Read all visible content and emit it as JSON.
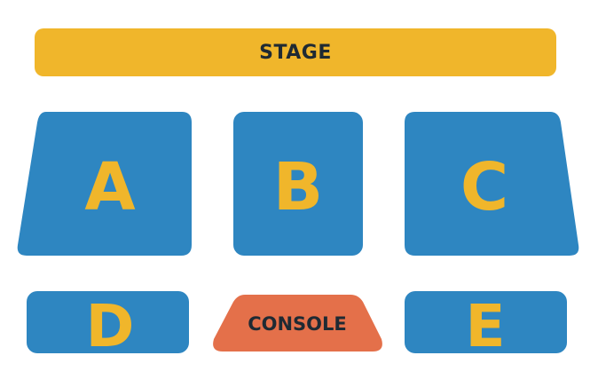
{
  "stage": {
    "label": "STAGE"
  },
  "sections": {
    "a": "A",
    "b": "B",
    "c": "C",
    "d": "D",
    "e": "E"
  },
  "console": {
    "label": "CONSOLE"
  },
  "colors": {
    "stage": "#F0B62B",
    "section": "#2E86C1",
    "section_label": "#F0B62B",
    "console": "#E4704A",
    "label_dark": "#1f2a33"
  }
}
